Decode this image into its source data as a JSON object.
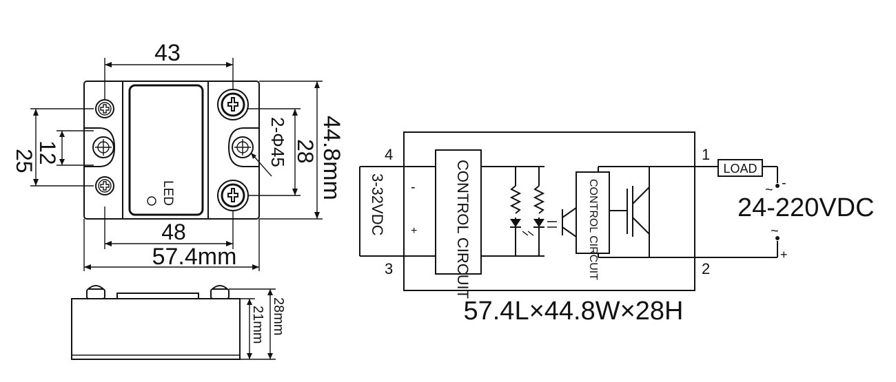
{
  "top_view": {
    "dim_width_top": "43",
    "dim_width_mid": "48",
    "dim_width_total": "57.4mm",
    "dim_height_total": "44.8mm",
    "dim_height_inner": "28",
    "dim_left_12": "12",
    "dim_left_25": "25",
    "hole_label": "2-Φ45",
    "led_label": "LED"
  },
  "side_view": {
    "dim_total_height": "28mm",
    "dim_body_height": "21mm"
  },
  "circuit": {
    "terminal_4": "4",
    "terminal_3": "3",
    "terminal_1": "1",
    "terminal_2": "2",
    "input_voltage": "3-32VDC",
    "input_minus": "-",
    "input_plus": "+",
    "control_circuit_1": "CONTROL CIRCUIT",
    "control_circuit_2": "CONTROL CIRCUIT",
    "load_label": "LOAD",
    "output_voltage": "24-220VDC",
    "output_minus": "-",
    "output_plus": "+",
    "tilde_1": "~",
    "tilde_2": "~",
    "dimensions_caption": "57.4L×44.8W×28H"
  },
  "icons": [
    "screw-icon",
    "mounting-hole-icon",
    "led-icon",
    "varistor-icon",
    "phototransistor-icon",
    "igbt-icon"
  ]
}
